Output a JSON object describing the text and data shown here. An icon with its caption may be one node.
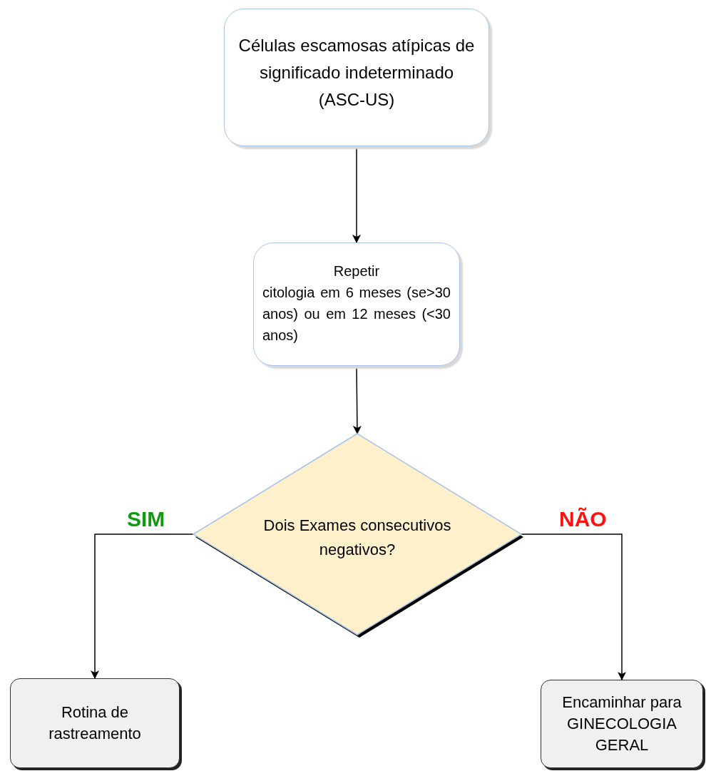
{
  "diagram": {
    "nodes": [
      {
        "text": [
          "Células escamosas atípicas de significado indeterminado (ASC-US)"
        ]
      },
      {
        "text": [
          "Repetir",
          "citologia em 6 meses (se>30 anos) ou em 12 meses (<30 anos)"
        ]
      },
      {
        "text": [
          "Dois Exames consecutivos negativos?"
        ]
      },
      {
        "text": [
          "Rotina de rastreamento"
        ]
      },
      {
        "text": [
          "Encaminhar para",
          "GINECOLOGIA GERAL"
        ]
      }
    ],
    "edges": [
      {
        "from": 0,
        "to": 1,
        "arrow": "to"
      },
      {
        "from": 1,
        "to": 2,
        "arrow": "to"
      },
      {
        "from": 2,
        "to": 3,
        "arrow": "to",
        "label": "SIM"
      },
      {
        "from": 2,
        "to": 4,
        "arrow": "to",
        "label": "NÃO"
      }
    ]
  }
}
